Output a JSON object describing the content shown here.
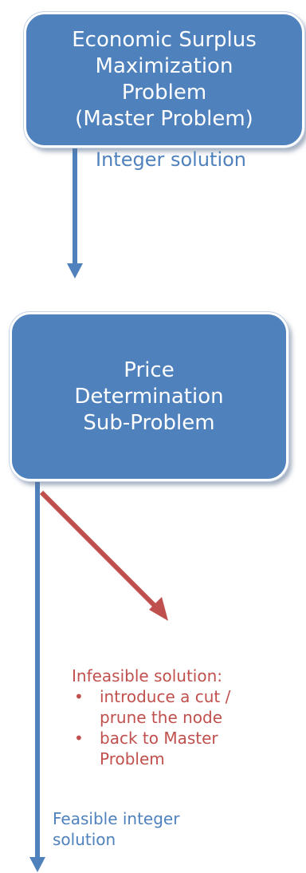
{
  "master_box": {
    "text": "Economic Surplus\nMaximization\nProblem\n(Master Problem)"
  },
  "subproblem_box": {
    "text": "Price\nDetermination\nSub-Problem"
  },
  "edge_master_to_sub": {
    "label": "Integer solution"
  },
  "edge_infeasible": {
    "title": "Infeasible solution:",
    "bullets": [
      "introduce a cut /\nprune the node",
      "back to Master\nProblem"
    ]
  },
  "edge_feasible": {
    "label_line1": "Feasible integer",
    "label_line2": "solution"
  },
  "colors": {
    "box_fill": "#4f81bd",
    "box_text": "#ffffff",
    "blue_arrow": "#4f81bd",
    "red_arrow": "#c0504d",
    "red_text": "#c0504d",
    "blue_text": "#4f81bd"
  }
}
